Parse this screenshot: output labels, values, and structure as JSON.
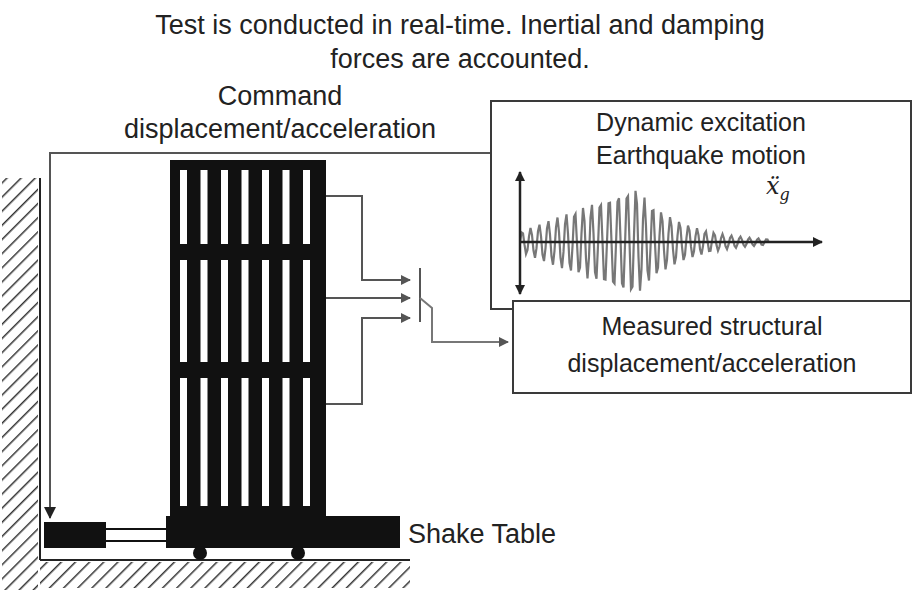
{
  "diagram": {
    "nodes": [
      {
        "text": [
          "Dynamic excitation Earthquake motion",
          "ẍg"
        ]
      },
      {
        "text": [
          "Measured structural displacement/acceleration"
        ]
      }
    ],
    "labels": [
      "Test is conducted in real-time. Inertial and damping forces are accounted.",
      "Command displacement/acceleration",
      "Shake Table"
    ]
  }
}
